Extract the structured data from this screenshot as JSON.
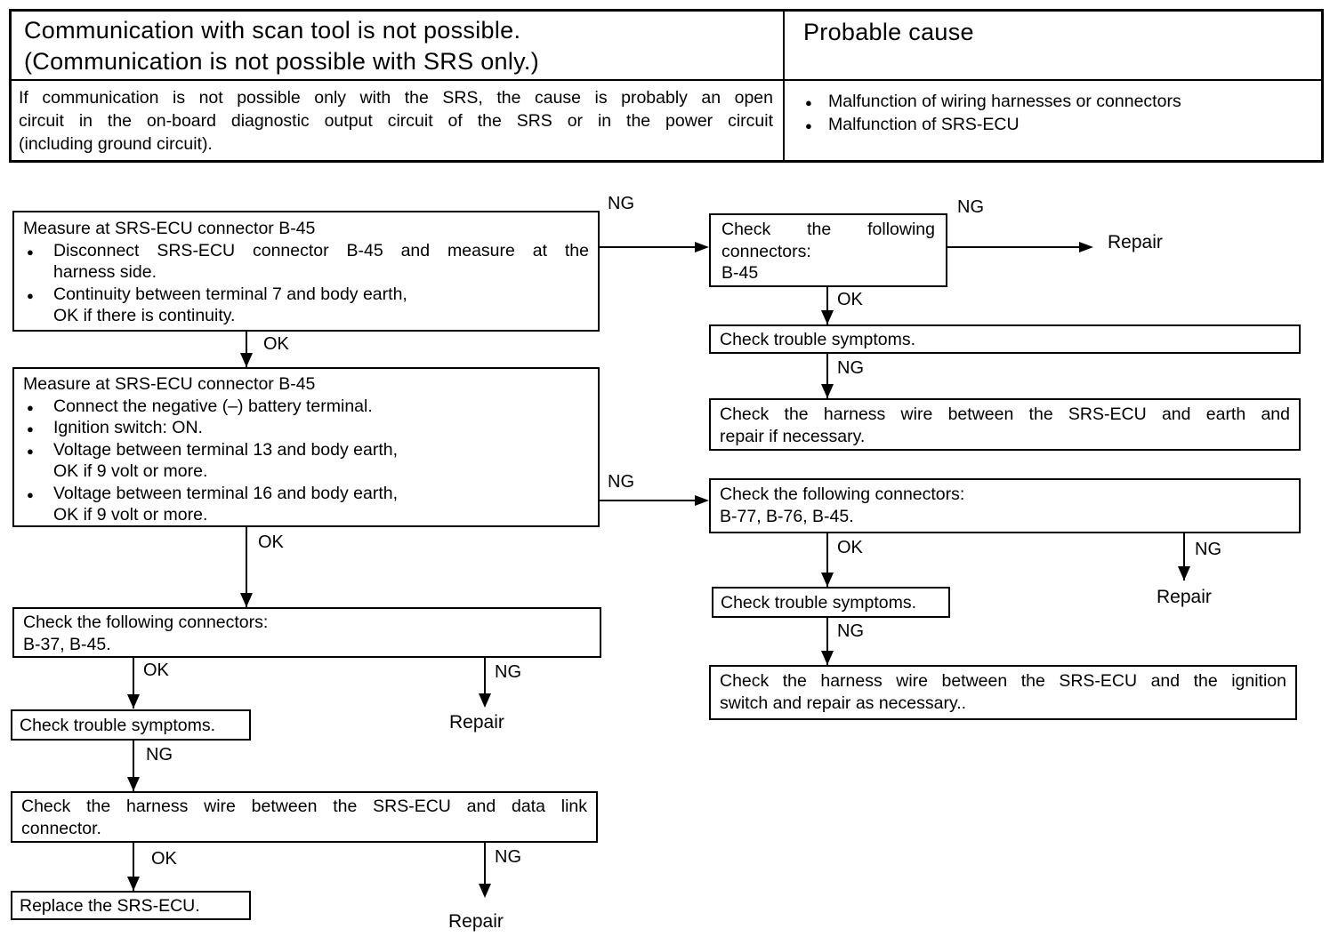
{
  "table": {
    "problem_title_lines": [
      "Communication with scan tool is not possible.",
      "(Communication is not possible with SRS only.)"
    ],
    "probable_cause_header": "Probable cause",
    "description_lines": [
      "If communication is not possible only with the SRS, the cause is probably an open",
      "circuit in the on-board diagnostic output circuit of the SRS or in the power circuit",
      "(including ground circuit)."
    ],
    "causes": [
      "Malfunction of wiring harnesses or connectors",
      "Malfunction of SRS-ECU"
    ]
  },
  "flow": {
    "labels": {
      "ok": "OK",
      "ng": "NG",
      "repair": "Repair"
    },
    "box_measure_continuity": {
      "lines": [
        "Measure at SRS-ECU connector B-45",
        "Disconnect SRS-ECU connector B-45 and measure at the",
        "harness side.",
        "Continuity between terminal 7 and body earth,",
        "OK if there is continuity."
      ]
    },
    "box_measure_voltage": {
      "lines": [
        "Measure at SRS-ECU connector B-45",
        "Connect the negative (–) battery terminal.",
        "Ignition switch: ON.",
        "Voltage between terminal 13 and body earth,",
        "OK if 9 volt or more.",
        "Voltage between terminal 16 and body earth,",
        "OK if 9 volt or more."
      ]
    },
    "box_check_connectors_b45": {
      "lines": [
        "Check the following",
        "connectors:",
        "B-45"
      ]
    },
    "box_check_trouble_symptoms_top": {
      "text": "Check trouble symptoms."
    },
    "box_check_harness_earth": {
      "lines": [
        "Check the harness wire between the SRS-ECU and earth and",
        "repair if necessary."
      ]
    },
    "box_check_connectors_b77": {
      "lines": [
        "Check the following connectors:",
        "B-77, B-76, B-45."
      ]
    },
    "box_check_trouble_symptoms_mid": {
      "text": "Check trouble symptoms."
    },
    "box_check_harness_ignition": {
      "lines": [
        "Check the harness wire between the SRS-ECU and the ignition",
        "switch and repair as necessary.."
      ]
    },
    "box_check_connectors_b37": {
      "lines": [
        "Check the following connectors:",
        "B-37, B-45."
      ]
    },
    "box_check_trouble_symptoms_left": {
      "text": "Check trouble symptoms."
    },
    "box_check_harness_datalink": {
      "lines": [
        "Check the harness wire between the SRS-ECU and data link",
        "connector."
      ]
    },
    "box_replace_srs_ecu": {
      "text": "Replace the SRS-ECU."
    }
  }
}
